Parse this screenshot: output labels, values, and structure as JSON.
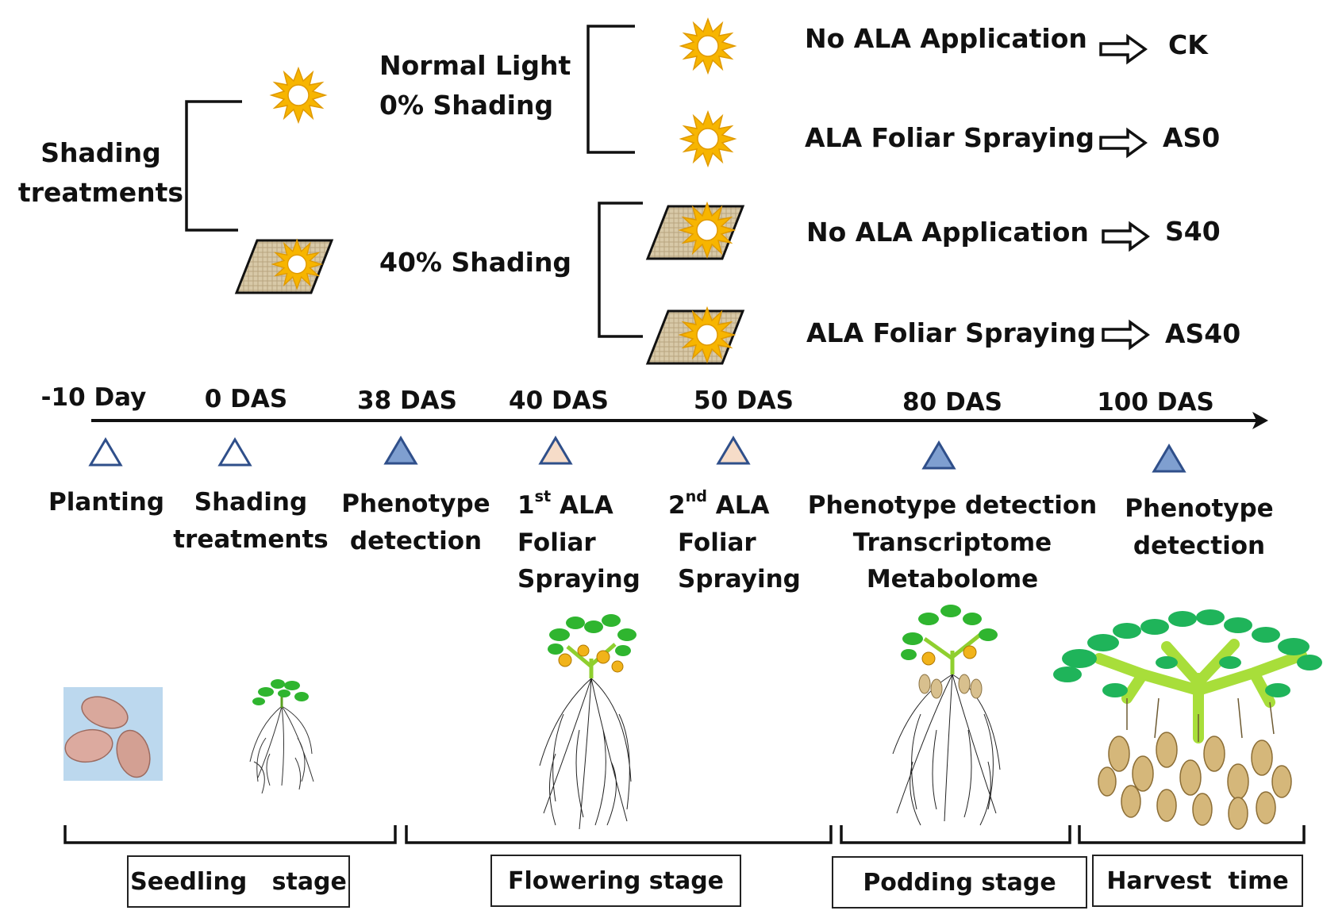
{
  "treatments": {
    "root_label": "Shading\ntreatments",
    "normal_light": {
      "line1": "Normal Light",
      "line2": "0% Shading"
    },
    "shading40": {
      "label": "40% Shading"
    },
    "groups": [
      {
        "application": "No ALA Application",
        "code": "CK"
      },
      {
        "application": "ALA Foliar Spraying",
        "code": "AS0"
      },
      {
        "application": "No ALA Application",
        "code": "S40"
      },
      {
        "application": "ALA Foliar Spraying",
        "code": "AS40"
      }
    ]
  },
  "timeline": {
    "points": [
      {
        "day": "-10 Day",
        "event": "Planting",
        "marker": "hollow"
      },
      {
        "day": "0 DAS",
        "event": "Shading\ntreatments",
        "marker": "hollow"
      },
      {
        "day": "38 DAS",
        "event": "Phenotype\ndetection",
        "marker": "blue"
      },
      {
        "day": "40 DAS",
        "ordinal": "1",
        "ordinal_suffix": "st",
        "event_tail": " ALA",
        "event": "Foliar\nSpraying",
        "marker": "peach"
      },
      {
        "day": "50 DAS",
        "ordinal": "2",
        "ordinal_suffix": "nd",
        "event_tail": " ALA",
        "event": "Foliar\nSpraying",
        "marker": "peach"
      },
      {
        "day": "80 DAS",
        "event": "Phenotype detection\nTranscriptome\nMetabolome",
        "marker": "blue"
      },
      {
        "day": "100 DAS",
        "event": "Phenotype\ndetection",
        "marker": "blue"
      }
    ]
  },
  "stages": [
    {
      "label": "Seedling   stage"
    },
    {
      "label": "Flowering stage"
    },
    {
      "label": "Podding stage"
    },
    {
      "label": "Harvest  time"
    }
  ],
  "icons": {
    "sun": "sun-icon",
    "shade_net": "shade-net-icon",
    "arrow": "outline-right-arrow-icon",
    "seed_photo": "peanut-seeds-image",
    "seedling": "seedling-plant-image",
    "flowering": "flowering-plant-image",
    "podding": "podding-plant-image",
    "harvest": "harvest-plant-image"
  },
  "colors": {
    "sun": "#f7b500",
    "sun_edge": "#e0a000",
    "shade_net": "#d6c7a6",
    "marker_blue": "#7f9fd0",
    "marker_peach": "#f6dcc8",
    "marker_edge": "#2f4f8a"
  }
}
